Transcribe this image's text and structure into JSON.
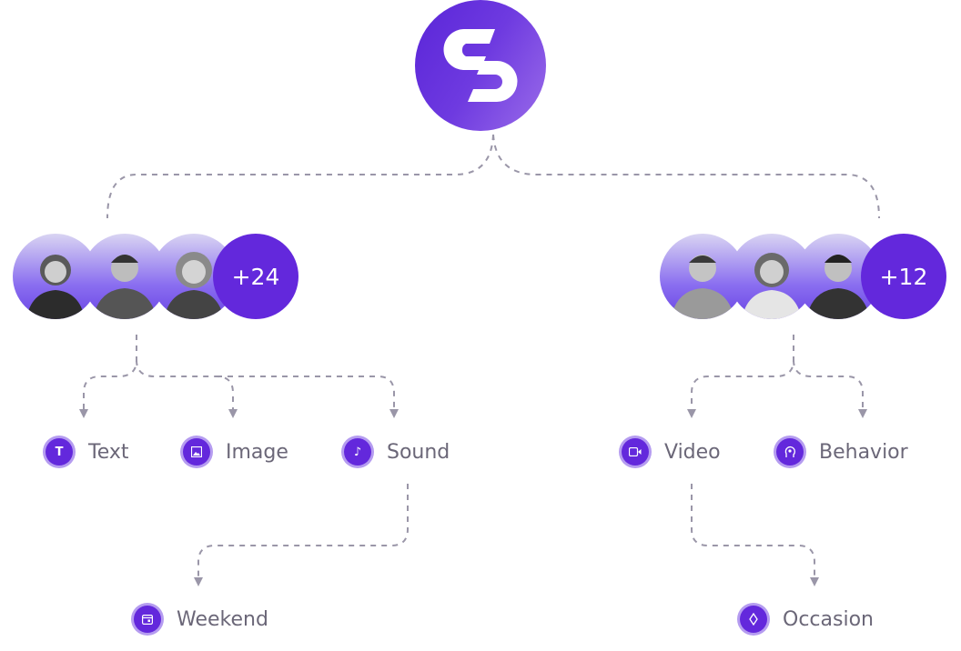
{
  "colors": {
    "accent": "#6328dc",
    "line": "#9a96a8",
    "label": "#6b6778"
  },
  "logo": {
    "icon": "brand-s-logo"
  },
  "groups": [
    {
      "count": "+24",
      "avatars": 3
    },
    {
      "count": "+12",
      "avatars": 3
    }
  ],
  "items": {
    "text": {
      "label": "Text",
      "icon": "text-icon"
    },
    "image": {
      "label": "Image",
      "icon": "image-icon"
    },
    "sound": {
      "label": "Sound",
      "icon": "music-note-icon"
    },
    "video": {
      "label": "Video",
      "icon": "video-icon"
    },
    "behavior": {
      "label": "Behavior",
      "icon": "brain-icon"
    },
    "weekend": {
      "label": "Weekend",
      "icon": "calendar-icon"
    },
    "occasion": {
      "label": "Occasion",
      "icon": "diamond-icon"
    }
  }
}
